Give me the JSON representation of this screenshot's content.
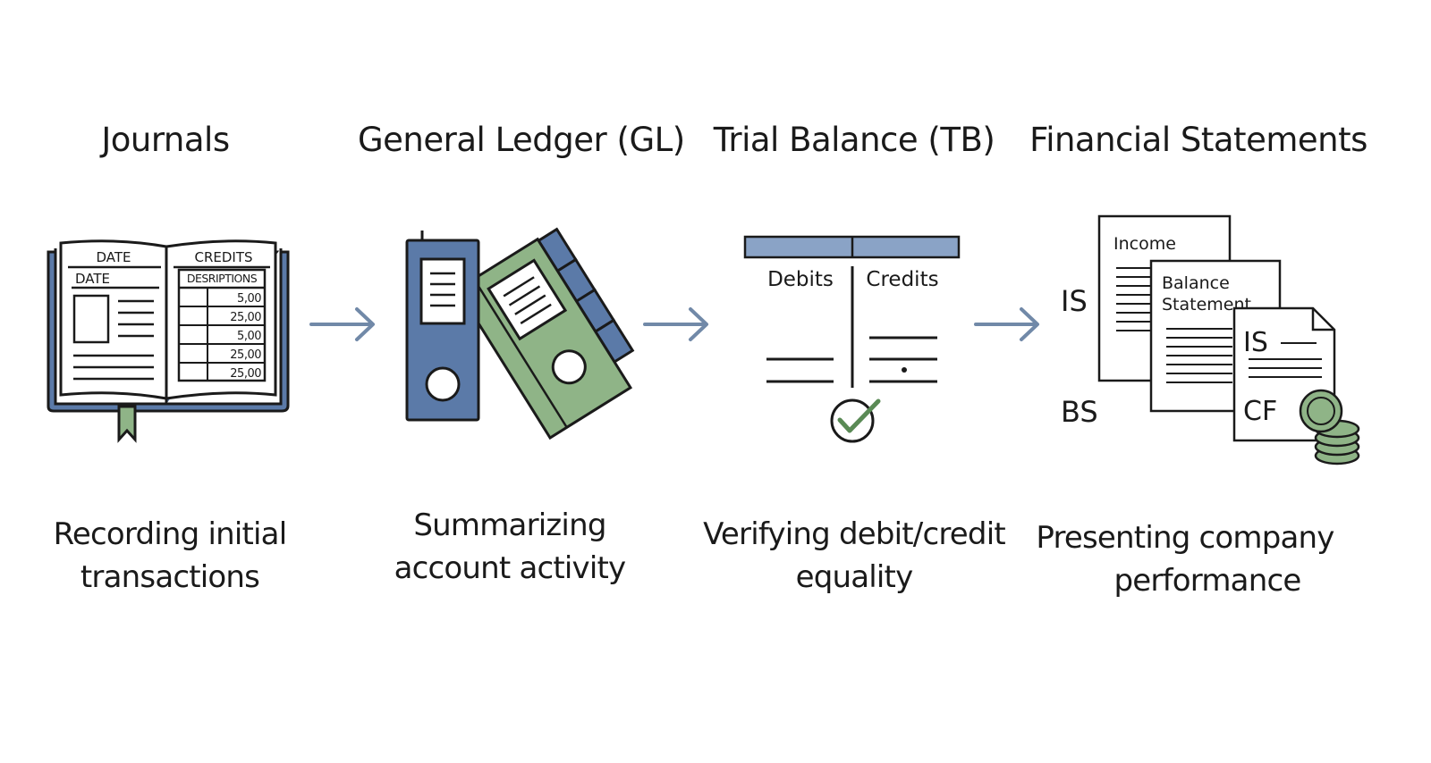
{
  "stages": [
    {
      "title": "Journals",
      "caption_line1": "Recording initial",
      "caption_line2": "transactions",
      "icon": "open-journal-book-icon",
      "book": {
        "left_header": "DATE",
        "left_subheader": "DATE",
        "right_header": "CREDITS",
        "right_subheader": "DESRIPTIONS",
        "amounts": [
          "5,00",
          "25,00",
          "5,00",
          "25,00",
          "25,00"
        ]
      }
    },
    {
      "title": "General Ledger (GL)",
      "caption_line1": "Summarizing",
      "caption_line2": "account activity",
      "icon": "ledger-binders-icon"
    },
    {
      "title": "Trial Balance (TB)",
      "caption_line1": "Verifying debit/credit",
      "caption_line2": "equality",
      "icon": "t-account-check-icon",
      "t_account": {
        "left_label": "Debits",
        "right_label": "Credits"
      }
    },
    {
      "title": "Financial Statements",
      "caption_line1": "Presenting company",
      "caption_line2": "performance",
      "icon": "statement-documents-icon",
      "documents": {
        "income": "Income",
        "balance_line1": "Balance",
        "balance_line2": "Statement",
        "front_is": "IS",
        "front_cf": "CF",
        "side_is": "IS",
        "side_bs": "BS"
      }
    }
  ],
  "colors": {
    "blue": "#5b7aa8",
    "blue_light": "#8aa3c6",
    "green": "#8fb487",
    "green_dark": "#5a8a55",
    "arrow": "#7189a8",
    "ink": "#1a1a1a"
  }
}
